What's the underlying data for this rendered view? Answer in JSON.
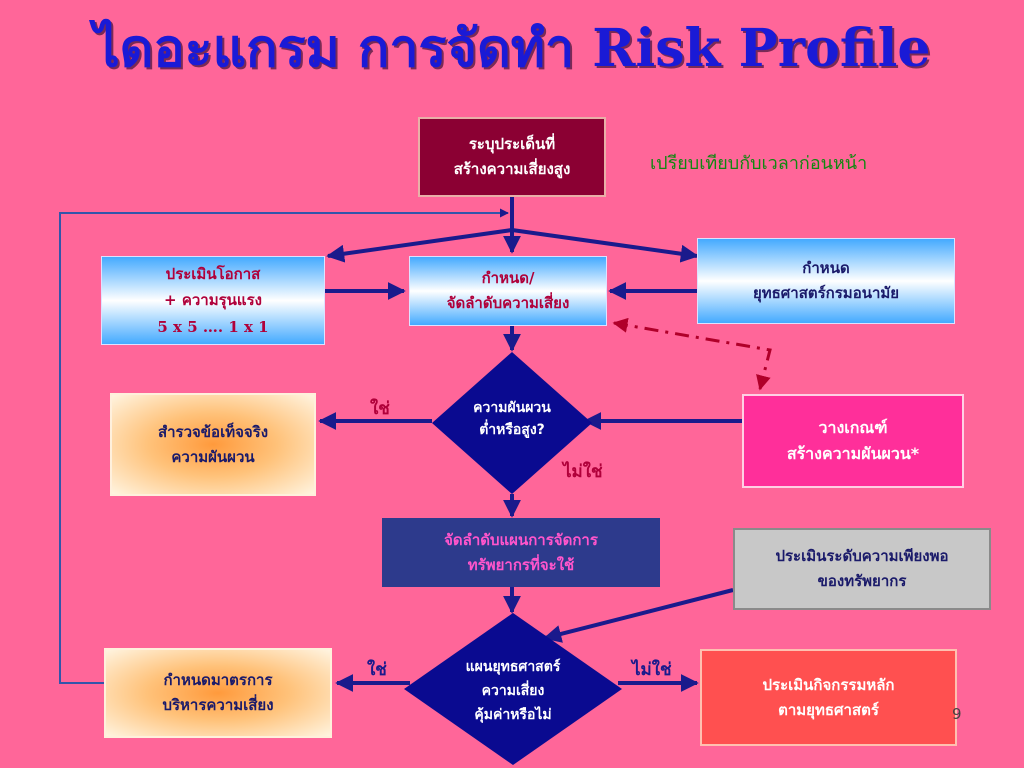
{
  "title": "ไดอะแกรม การจัดทำ Risk Profile",
  "compare_note": "เปรียบเทียบกับเวลาก่อนหน้า",
  "nodes": {
    "identify": {
      "line1": "ระบุประเด็นที่",
      "line2": "สร้างความเสี่ยงสูง"
    },
    "assess": {
      "line1": "ประเมินโอกาส",
      "line2": "+ ความรุนแรง",
      "line3": "5 x 5 …. 1 x 1"
    },
    "prioritize": {
      "line1": "กำหนด/",
      "line2": "จัดลำดับความเสี่ยง"
    },
    "strategy": {
      "line1": "กำหนด",
      "line2": "ยุทธศาสตร์กรมอนามัย"
    },
    "survey": {
      "line1": "สำรวจข้อเท็จจริง",
      "line2": "ความผันผวน"
    },
    "variance_decision": {
      "line1": "ความผันผวน",
      "line2": "ต่ำหรือสูง?"
    },
    "criteria": {
      "line1": "วางเกณฑ์",
      "line2": "สร้างความผันผวน*"
    },
    "resource_plan": {
      "line1": "จัดลำดับแผนการจัดการ",
      "line2": "ทรัพยากรที่จะใช้"
    },
    "resource_sufficiency": {
      "line1": "ประเมินระดับความเพียงพอ",
      "line2": "ของทรัพยากร"
    },
    "measures": {
      "line1": "กำหนดมาตรการ",
      "line2": "บริหารความเสี่ยง"
    },
    "worth_decision": {
      "line1": "แผนยุทธศาสตร์",
      "line2": "ความเสี่ยง",
      "line3": "คุ้มค่าหรือไม่"
    },
    "core_activities": {
      "line1": "ประเมินกิจกรรมหลัก",
      "line2": "ตามยุทธศาสตร์"
    }
  },
  "edge_labels": {
    "yes_1": "ใช่",
    "no_1": "ไม่ใช่",
    "yes_2": "ใช่",
    "no_2": "ไม่ใช่"
  },
  "page_number": "9",
  "colors": {
    "background": "#ff6699",
    "title": "#1a1ad6",
    "arrow": "#1a1a8c",
    "dashed_arrow": "#b0002a"
  }
}
